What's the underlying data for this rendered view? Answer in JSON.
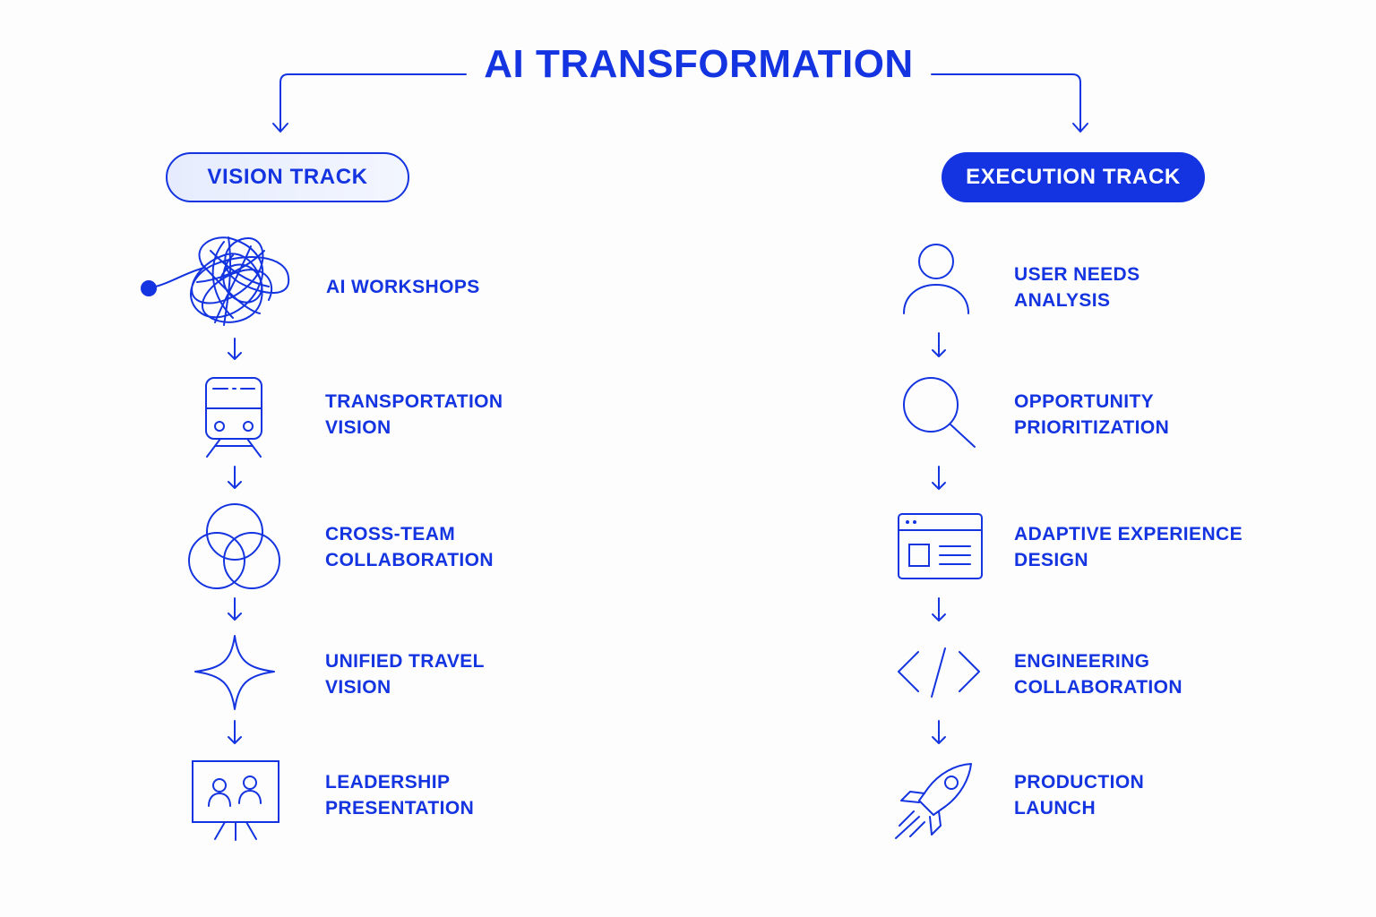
{
  "title": "AI TRANSFORMATION",
  "colors": {
    "accent": "#1334e0",
    "pill_light": "#e6ecfd",
    "background": "#fdfdfe"
  },
  "vision_track": {
    "label": "VISION TRACK",
    "steps": [
      {
        "icon": "tangle-icon",
        "line1": "AI WORKSHOPS",
        "line2": ""
      },
      {
        "icon": "train-icon",
        "line1": "TRANSPORTATION",
        "line2": "VISION"
      },
      {
        "icon": "venn-icon",
        "line1": "CROSS-TEAM",
        "line2": "COLLABORATION"
      },
      {
        "icon": "sparkle-icon",
        "line1": "UNIFIED TRAVEL",
        "line2": "VISION"
      },
      {
        "icon": "presentation-board-icon",
        "line1": "LEADERSHIP",
        "line2": "PRESENTATION"
      }
    ]
  },
  "execution_track": {
    "label": "EXECUTION TRACK",
    "steps": [
      {
        "icon": "user-icon",
        "line1": "USER NEEDS",
        "line2": "ANALYSIS"
      },
      {
        "icon": "magnifier-icon",
        "line1": "OPPORTUNITY",
        "line2": "PRIORITIZATION"
      },
      {
        "icon": "browser-window-icon",
        "line1": "ADAPTIVE EXPERIENCE",
        "line2": "DESIGN"
      },
      {
        "icon": "code-icon",
        "line1": "ENGINEERING",
        "line2": "COLLABORATION"
      },
      {
        "icon": "rocket-icon",
        "line1": "PRODUCTION",
        "line2": "LAUNCH"
      }
    ]
  }
}
